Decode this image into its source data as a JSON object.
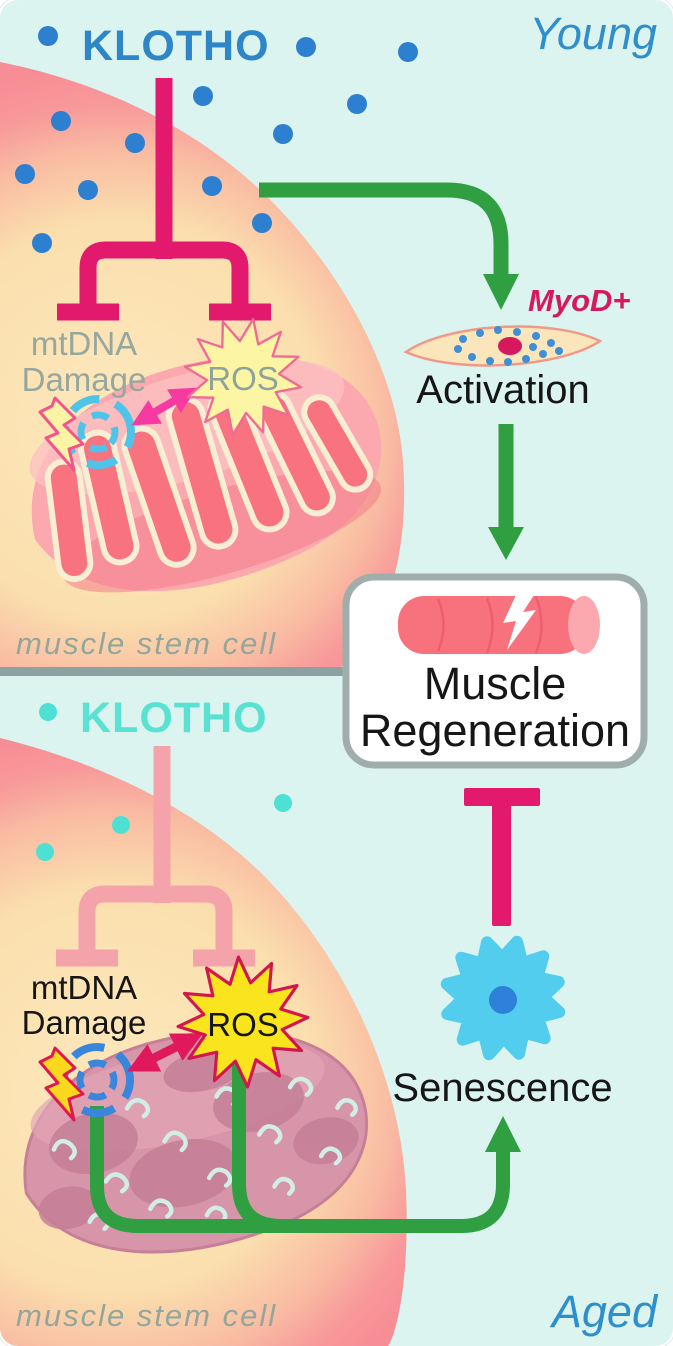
{
  "figure": {
    "young": {
      "age_label": "Young",
      "klotho": "KLOTHO",
      "mtdna_line1": "mtDNA",
      "mtdna_line2": "Damage",
      "ros": "ROS",
      "myod": "MyoD+",
      "activation": "Activation",
      "cell_caption": "muscle stem cell"
    },
    "aged": {
      "age_label": "Aged",
      "klotho": "KLOTHO",
      "mtdna_line1": "mtDNA",
      "mtdna_line2": "Damage",
      "ros": "ROS",
      "senescence": "Senescence",
      "cell_caption": "muscle stem cell"
    },
    "outcome": {
      "line1": "Muscle",
      "line2": "Regeneration"
    }
  },
  "colors": {
    "background": "#dcf4f0",
    "young_blue": "#2e86c8",
    "aged_klotho_teal": "#59e2d2",
    "age_label_blue": "#2f8fcc",
    "inhibition_crimson": "#e2196d",
    "inhibition_faded_pink": "#f5a3ab",
    "arrow_green": "#2f9f42",
    "cell_fill": "#fbdfae",
    "cell_rim": "#f78d95",
    "mito_young_pink": "#f8737f",
    "mito_aged_mauve": "#d795a9",
    "ros_fill_young": "#fcf5a3",
    "ros_fill_aged": "#f9e41d",
    "ros_stroke": "#d3164f",
    "rings_young": "#4fc4e8",
    "rings_aged": "#3a86dc",
    "dot_young": "#2d7fd0",
    "dot_aged": "#4fe0d4",
    "box_border": "#9fadad",
    "senescent_blue": "#52cdee",
    "text_dark": "#161616",
    "text_muted": "#96a7a0"
  },
  "icons": {
    "inhibition-fork-icon": "branched T-bar blunt inhibition symbol",
    "inhibition-bar-icon": "single T-bar blunt inhibition symbol",
    "bent-arrow-icon": "thick green elbow arrow",
    "straight-arrow-icon": "thick green straight arrow",
    "mitochondrion-icon": "bean-shaped organelle with cristae",
    "mtdna-rings-icon": "dashed concentric circles (mtDNA)",
    "lightning-bolt-icon": "jagged damage bolt",
    "ros-burst-icon": "12-point starburst",
    "double-arrow-icon": "two-headed exchange arrow",
    "myoblast-icon": "spindle-shaped activated cell with nucleus",
    "muscle-fiber-icon": "segmented pink cylinder with crack bolt",
    "senescent-cell-icon": "spiky rounded blue cell",
    "molecule-dot-icon": "small round KLOTHO molecule dot"
  }
}
